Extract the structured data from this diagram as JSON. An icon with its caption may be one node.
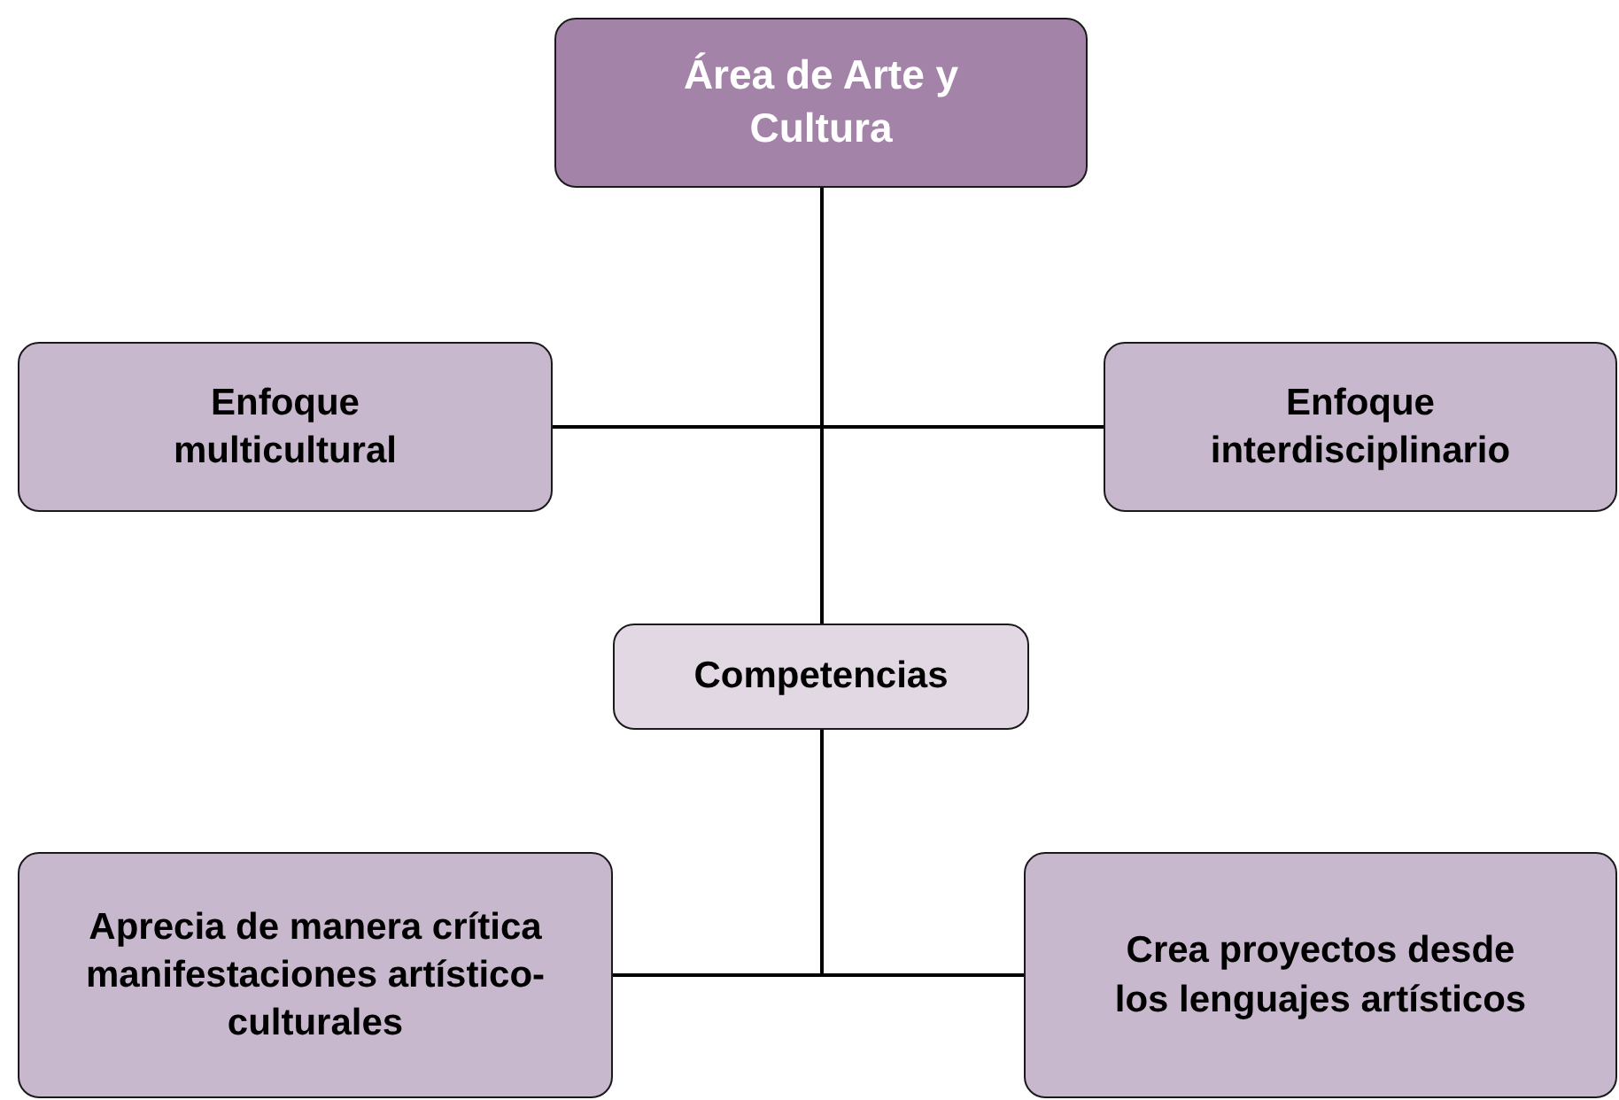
{
  "diagram": {
    "nodes": [
      {
        "text": [
          "Área de Arte y Cultura"
        ]
      },
      {
        "text": [
          "Enfoque multicultural"
        ]
      },
      {
        "text": [
          "Enfoque interdisciplinario"
        ]
      },
      {
        "text": [
          "Competencias"
        ]
      },
      {
        "text": [
          "Aprecia de manera crítica manifestaciones artístico-culturales"
        ]
      },
      {
        "text": [
          "Crea proyectos desde los lenguajes artísticos"
        ]
      }
    ],
    "edges": [
      {
        "from": 0,
        "to": 1,
        "arrow": "none"
      },
      {
        "from": 0,
        "to": 2,
        "arrow": "none"
      },
      {
        "from": 0,
        "to": 3,
        "arrow": "none"
      },
      {
        "from": 3,
        "to": 4,
        "arrow": "none"
      },
      {
        "from": 3,
        "to": 5,
        "arrow": "none"
      }
    ]
  }
}
